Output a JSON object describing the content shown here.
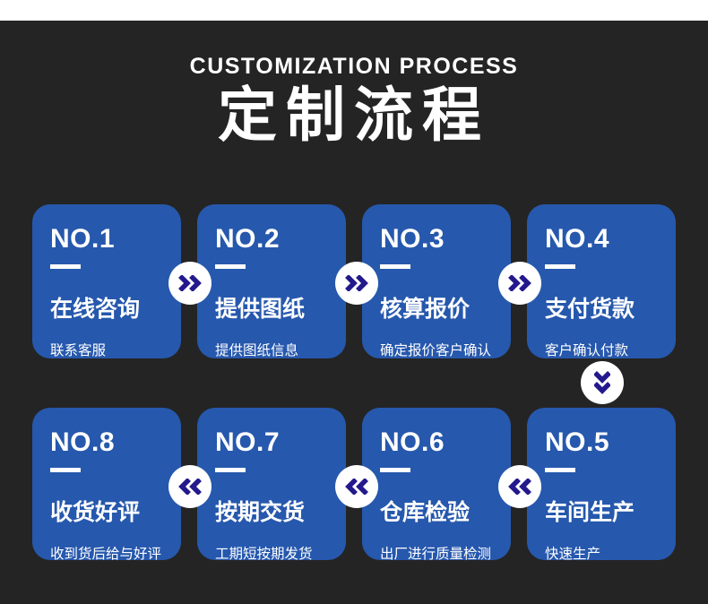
{
  "page": {
    "bg_color": "#242424",
    "top_strip_color": "#ffffff",
    "card_color": "#2658ad",
    "arrow_color": "#23198c",
    "circle_color": "#ffffff",
    "text_color": "#ffffff"
  },
  "header": {
    "subtitle": "CUSTOMIZATION PROCESS",
    "title": "定制流程"
  },
  "rows": [
    {
      "direction": "right",
      "cards": [
        {
          "no": "NO.1",
          "title": "在线咨询",
          "desc": "联系客服"
        },
        {
          "no": "NO.2",
          "title": "提供图纸",
          "desc": "提供图纸信息"
        },
        {
          "no": "NO.3",
          "title": "核算报价",
          "desc": "确定报价客户确认"
        },
        {
          "no": "NO.4",
          "title": "支付货款",
          "desc": "客户确认付款"
        }
      ]
    },
    {
      "direction": "left",
      "cards": [
        {
          "no": "NO.8",
          "title": "收货好评",
          "desc": "收到货后给与好评"
        },
        {
          "no": "NO.7",
          "title": "按期交货",
          "desc": "工期短按期发货"
        },
        {
          "no": "NO.6",
          "title": "仓库检验",
          "desc": "出厂进行质量检测"
        },
        {
          "no": "NO.5",
          "title": "车间生产",
          "desc": "快速生产"
        }
      ]
    }
  ],
  "icons": {
    "forward": "double-chevron-right",
    "backward": "double-chevron-left",
    "down": "double-chevron-down"
  }
}
